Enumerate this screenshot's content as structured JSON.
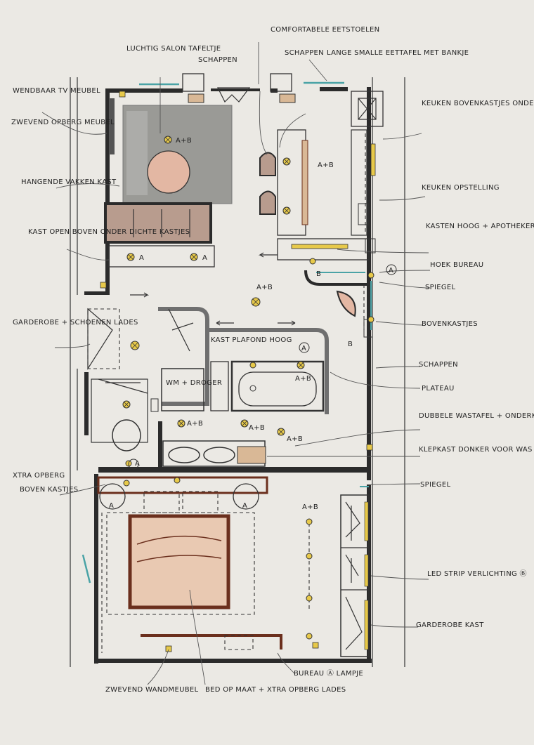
{
  "sheet": {
    "paper_color": "#ebe9e4",
    "wall_color": "#2b2b2b",
    "accent_colors": {
      "carpet_grey": "#9a9a96",
      "pink_table": "#e3b7a3",
      "bed_brown": "#6b2f1d",
      "bed_fill": "#e9c9b2",
      "light_yellow": "#e7c94a",
      "glass_teal": "#4aa3a6",
      "wood_tan": "#d9b896"
    }
  },
  "labels": {
    "tv": "WENDBAAR TV MEUBEL",
    "zwevend_opberg": "ZWEVEND OPBERG MEUBEL",
    "vakken": "HANGENDE VAKKEN KAST",
    "kast_open": "KAST OPEN BOVEN ONDER DICHTE KASTJES",
    "luchtig": "LUCHTIG SALON TAFELTJE",
    "schappen_1": "SCHAPPEN",
    "comfortabele": "COMFORTABELE EETSTOELEN",
    "schappen_2": "SCHAPPEN",
    "lange": "LANGE SMALLE EETTAFEL MET BANKJE",
    "keuken_boven": "KEUKEN BOVENKASTJES ONDERT Ⓐ BOVEN VERLICHTING Ⓑ",
    "keuken_opstelling": "KEUKEN OPSTELLING",
    "kasten_hoog": "KASTEN HOOG + APOTHEKERS KAST",
    "hoek": "HOEK BUREAU",
    "spiegel_1": "SPIEGEL",
    "bovenkastjes": "BOVENKASTJES",
    "garderobe_schoenen": "GARDEROBE + SCHOENEN LADES",
    "kast_plafond": "KAST PLAFOND HOOG",
    "wm": "WM + DROGER",
    "schappen_3": "SCHAPPEN",
    "plateau": "PLATEAU",
    "dubbele": "DUBBELE WASTAFEL + ONDERKAST",
    "klepkast": "KLEPKAST DONKER VOOR WAS + LICHT",
    "xtra": "XTRA OPBERG",
    "boven_kastjes": "BOVEN KASTJES",
    "spiegel_2": "SPIEGEL",
    "led": "LED STRIP VERLICHTING Ⓑ",
    "garderobe_kast": "GARDEROBE KAST",
    "bureau_lampje": "BUREAU Ⓐ LAMPJE",
    "zwevend_wand": "ZWEVEND WANDMEUBEL",
    "bed": "BED OP MAAT + XTRA OPBERG LADES"
  },
  "markers": {
    "ab_1": "A+B",
    "ab_2": "A+B",
    "ab_3": "A+B",
    "ab_4": "A+B",
    "ab_5": "A+B",
    "ab_6": "A+B",
    "ab_7": "A+B",
    "ab_8": "A+B",
    "a_1": "A",
    "a_2": "A",
    "a_3": "A",
    "a_4": "A",
    "a_5": "A",
    "b_1": "B",
    "b_2": "B",
    "a_circ_1": "A",
    "a_circ_2": "A",
    "a_circ_3": "A"
  }
}
